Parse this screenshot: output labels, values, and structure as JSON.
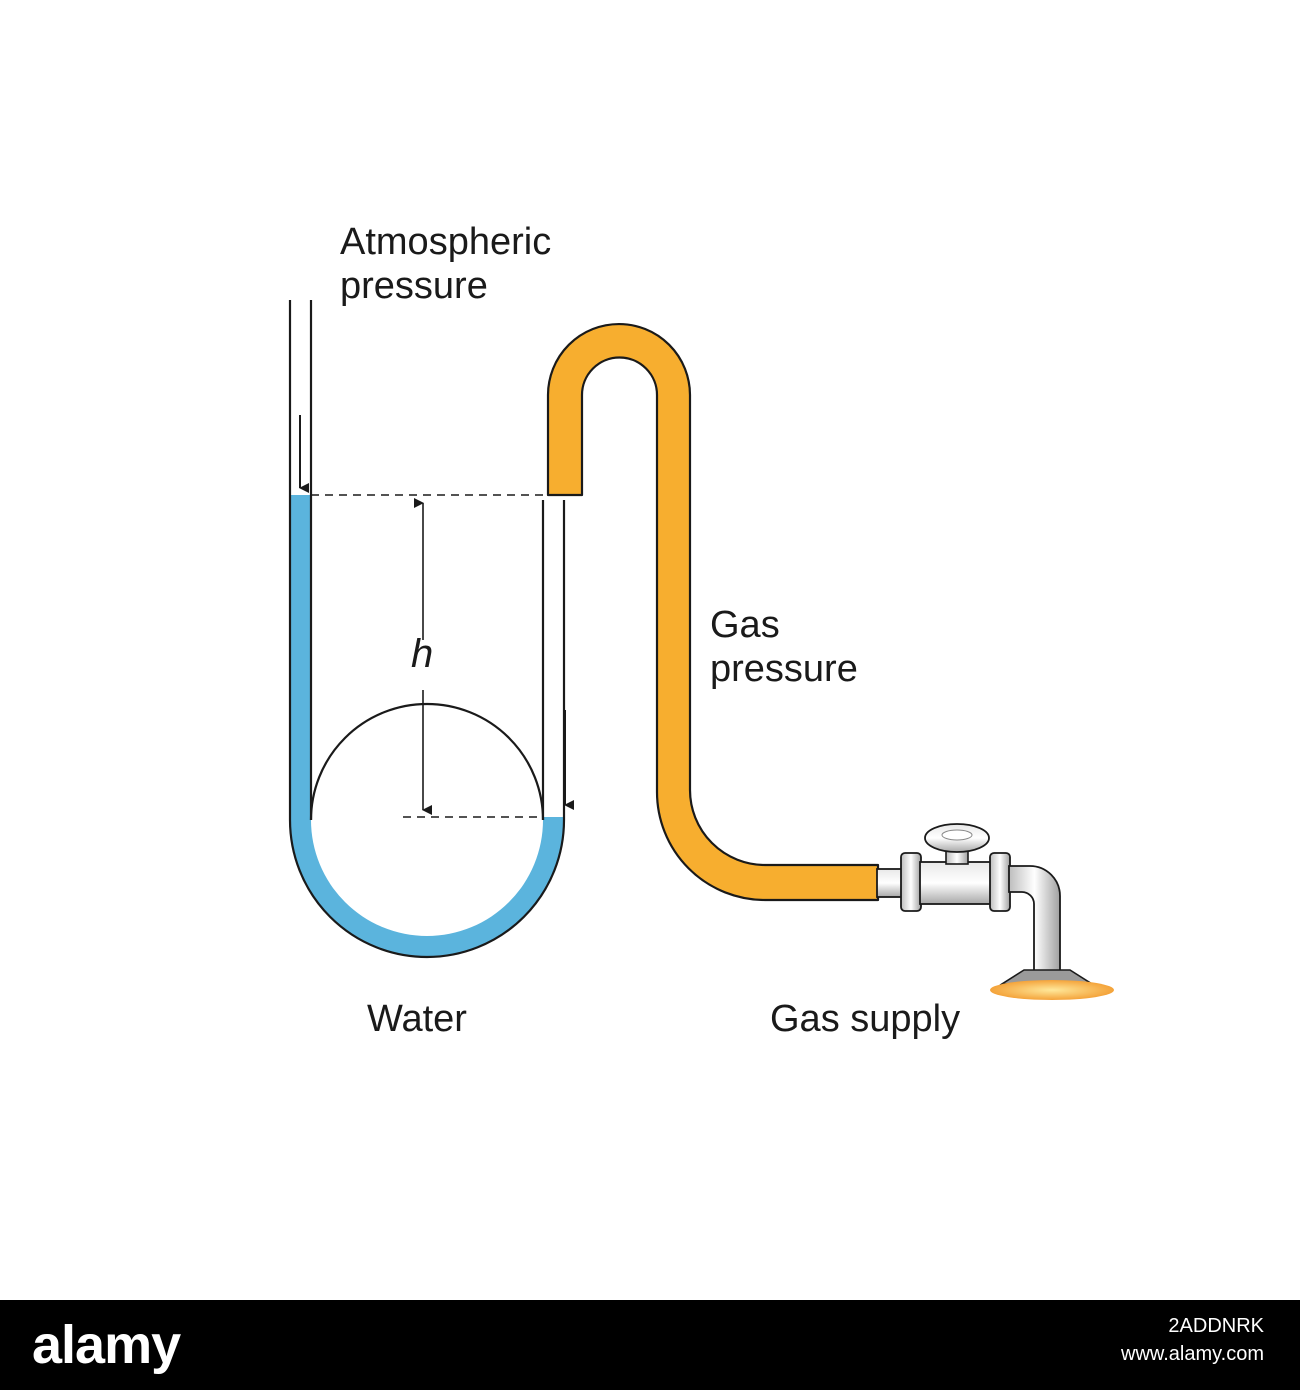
{
  "labels": {
    "atmospheric_line1": "Atmospheric",
    "atmospheric_line2": "pressure",
    "gas_line1": "Gas",
    "gas_line2": "pressure",
    "height": "h",
    "water": "Water",
    "gas_supply": "Gas supply"
  },
  "colors": {
    "water": "#5BB4DD",
    "gas_hose": "#F7AE2F",
    "outline": "#1a1a1a"
  },
  "footer": {
    "brand": "alamy",
    "image_id": "2ADDNRK",
    "site": "www.alamy.com"
  }
}
